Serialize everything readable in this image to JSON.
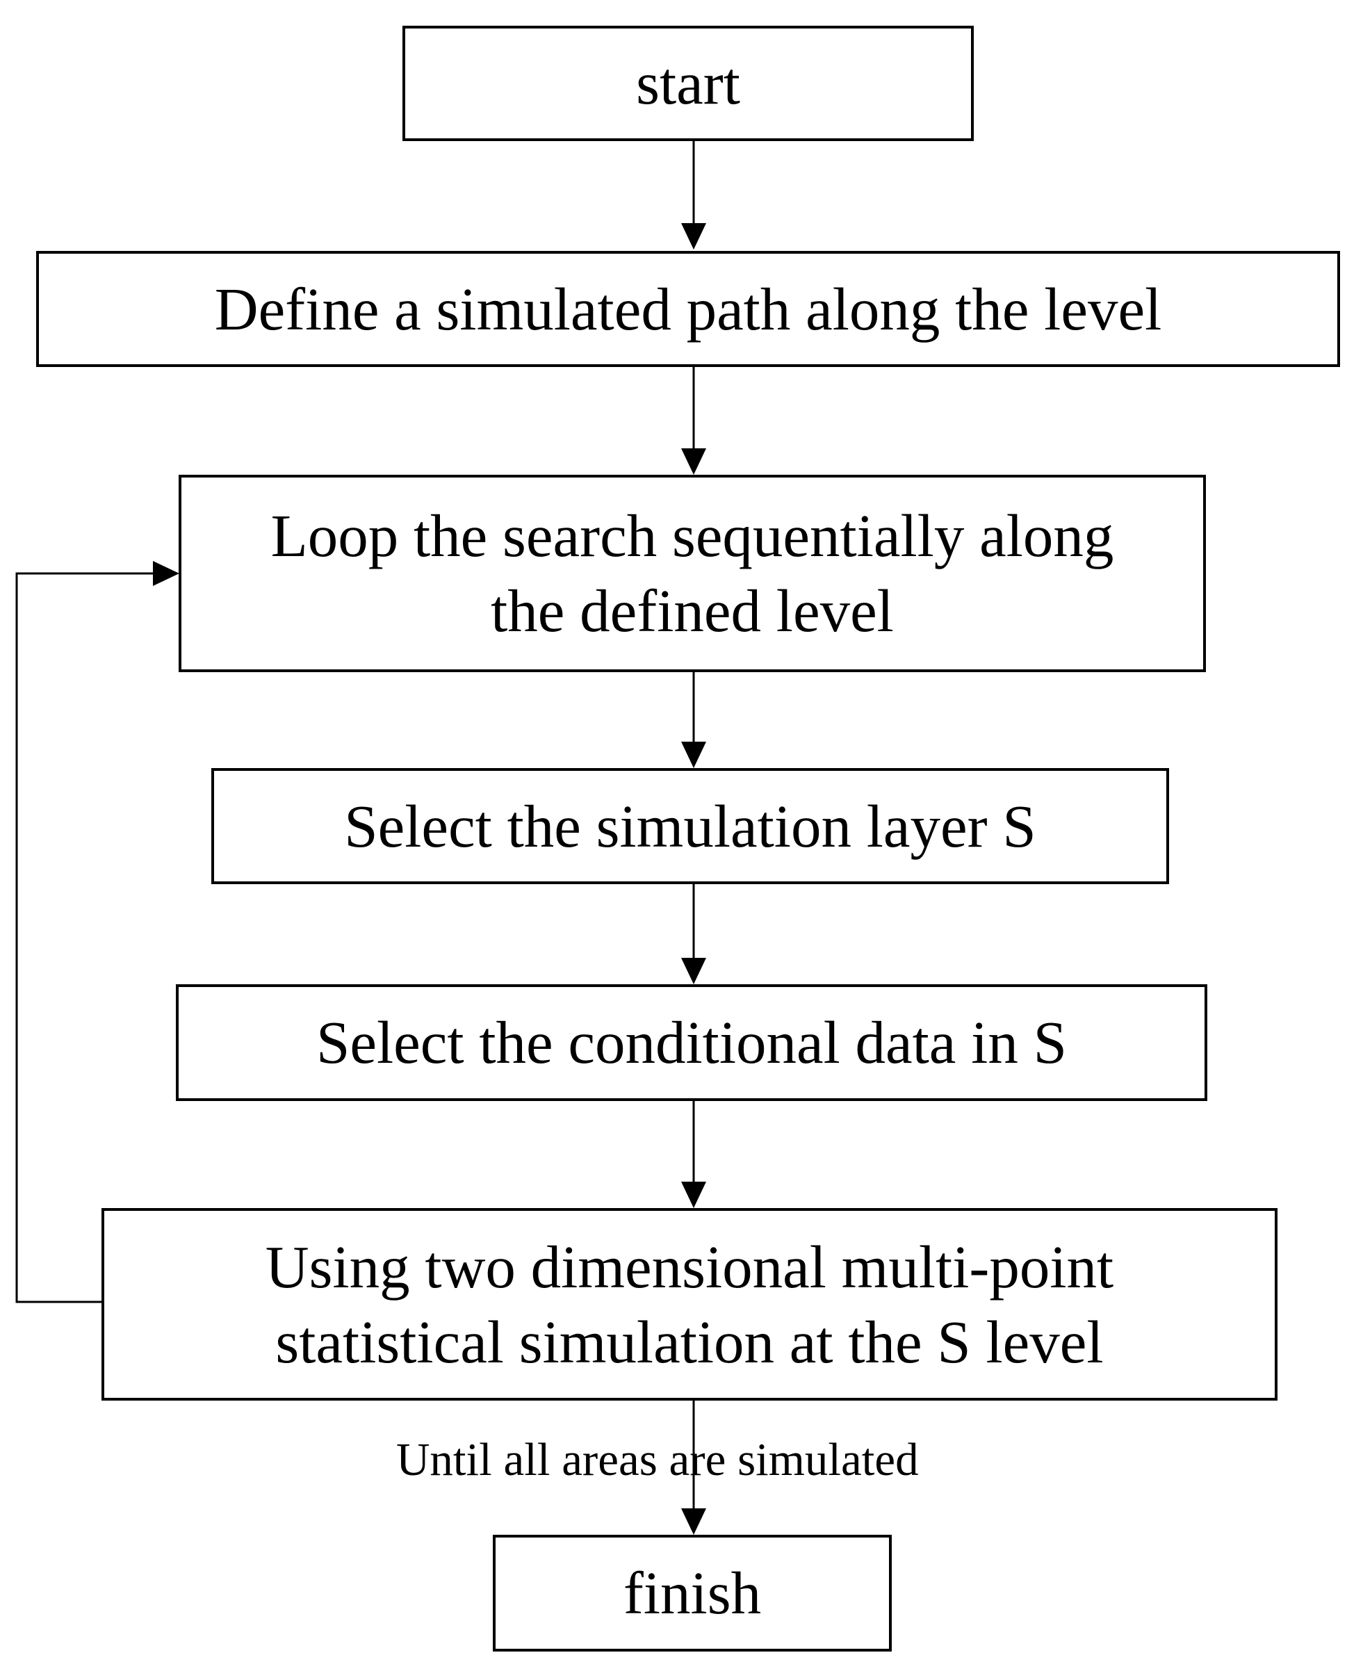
{
  "flowchart": {
    "steps": [
      {
        "id": "start",
        "lines": [
          "start"
        ]
      },
      {
        "id": "define-path",
        "lines": [
          "Define a simulated path along the level"
        ]
      },
      {
        "id": "loop-search",
        "lines": [
          "Loop the search sequentially along",
          "the defined level"
        ]
      },
      {
        "id": "select-layer",
        "lines": [
          "Select the simulation layer S"
        ]
      },
      {
        "id": "select-conditional",
        "lines": [
          "Select the conditional data in S"
        ]
      },
      {
        "id": "mps-simulation",
        "lines": [
          "Using two dimensional multi-point",
          "statistical simulation at the S level"
        ]
      },
      {
        "id": "finish",
        "lines": [
          "finish"
        ]
      }
    ],
    "loop_condition": "Until all areas are simulated",
    "colors": {
      "stroke": "#000000",
      "background": "#ffffff"
    }
  }
}
